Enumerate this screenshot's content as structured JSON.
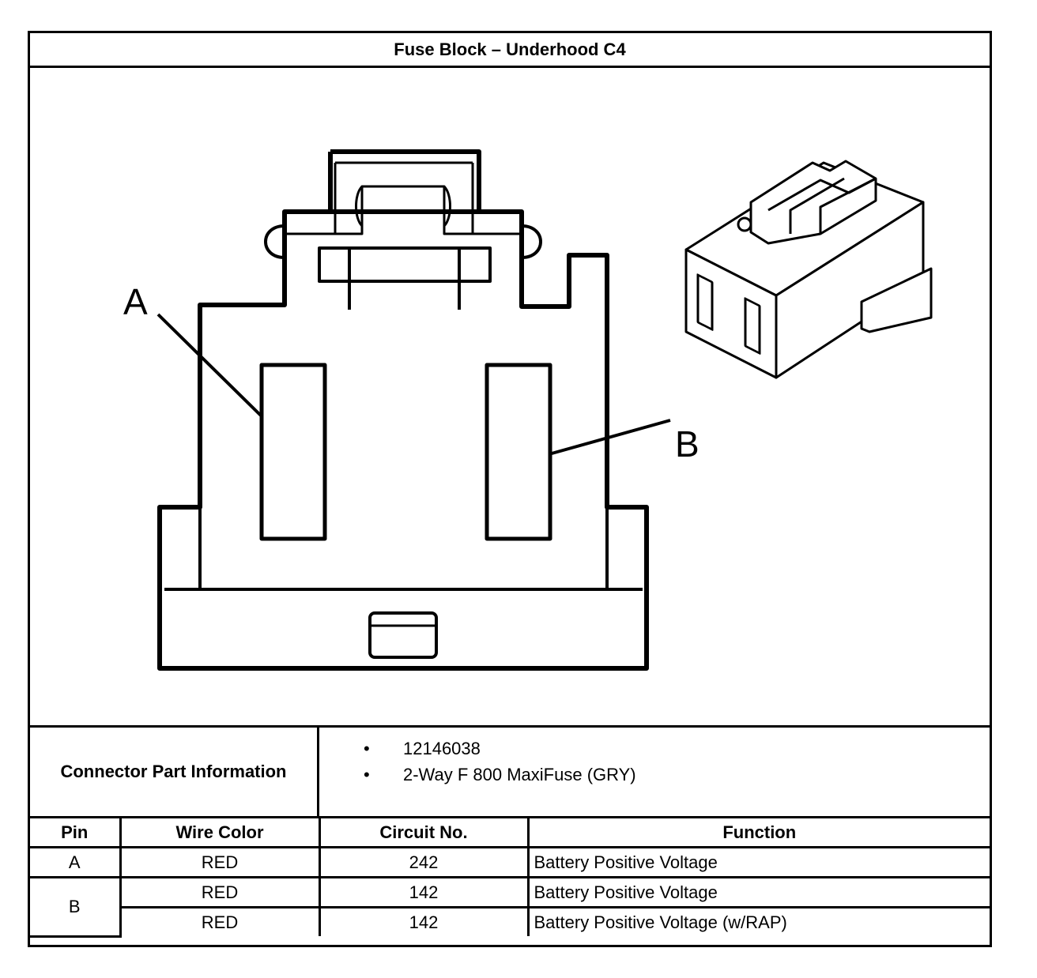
{
  "title": "Fuse Block – Underhood C4",
  "diagram": {
    "callouts": [
      "A",
      "B"
    ]
  },
  "connector_part_information": {
    "label": "Connector Part Information",
    "bullet_symbol": "•",
    "items": [
      "12146038",
      "2-Way F 800 MaxiFuse (GRY)"
    ]
  },
  "table": {
    "headers": [
      "Pin",
      "Wire Color",
      "Circuit No.",
      "Function"
    ],
    "rows": [
      {
        "pin": "A",
        "wire_color": "RED",
        "circuit": "242",
        "function": "Battery Positive Voltage"
      },
      {
        "pin": "B",
        "wire_color": "RED",
        "circuit": "142",
        "function": "Battery Positive Voltage"
      },
      {
        "pin": "",
        "wire_color": "RED",
        "circuit": "142",
        "function": "Battery Positive Voltage (w/RAP)"
      }
    ]
  }
}
